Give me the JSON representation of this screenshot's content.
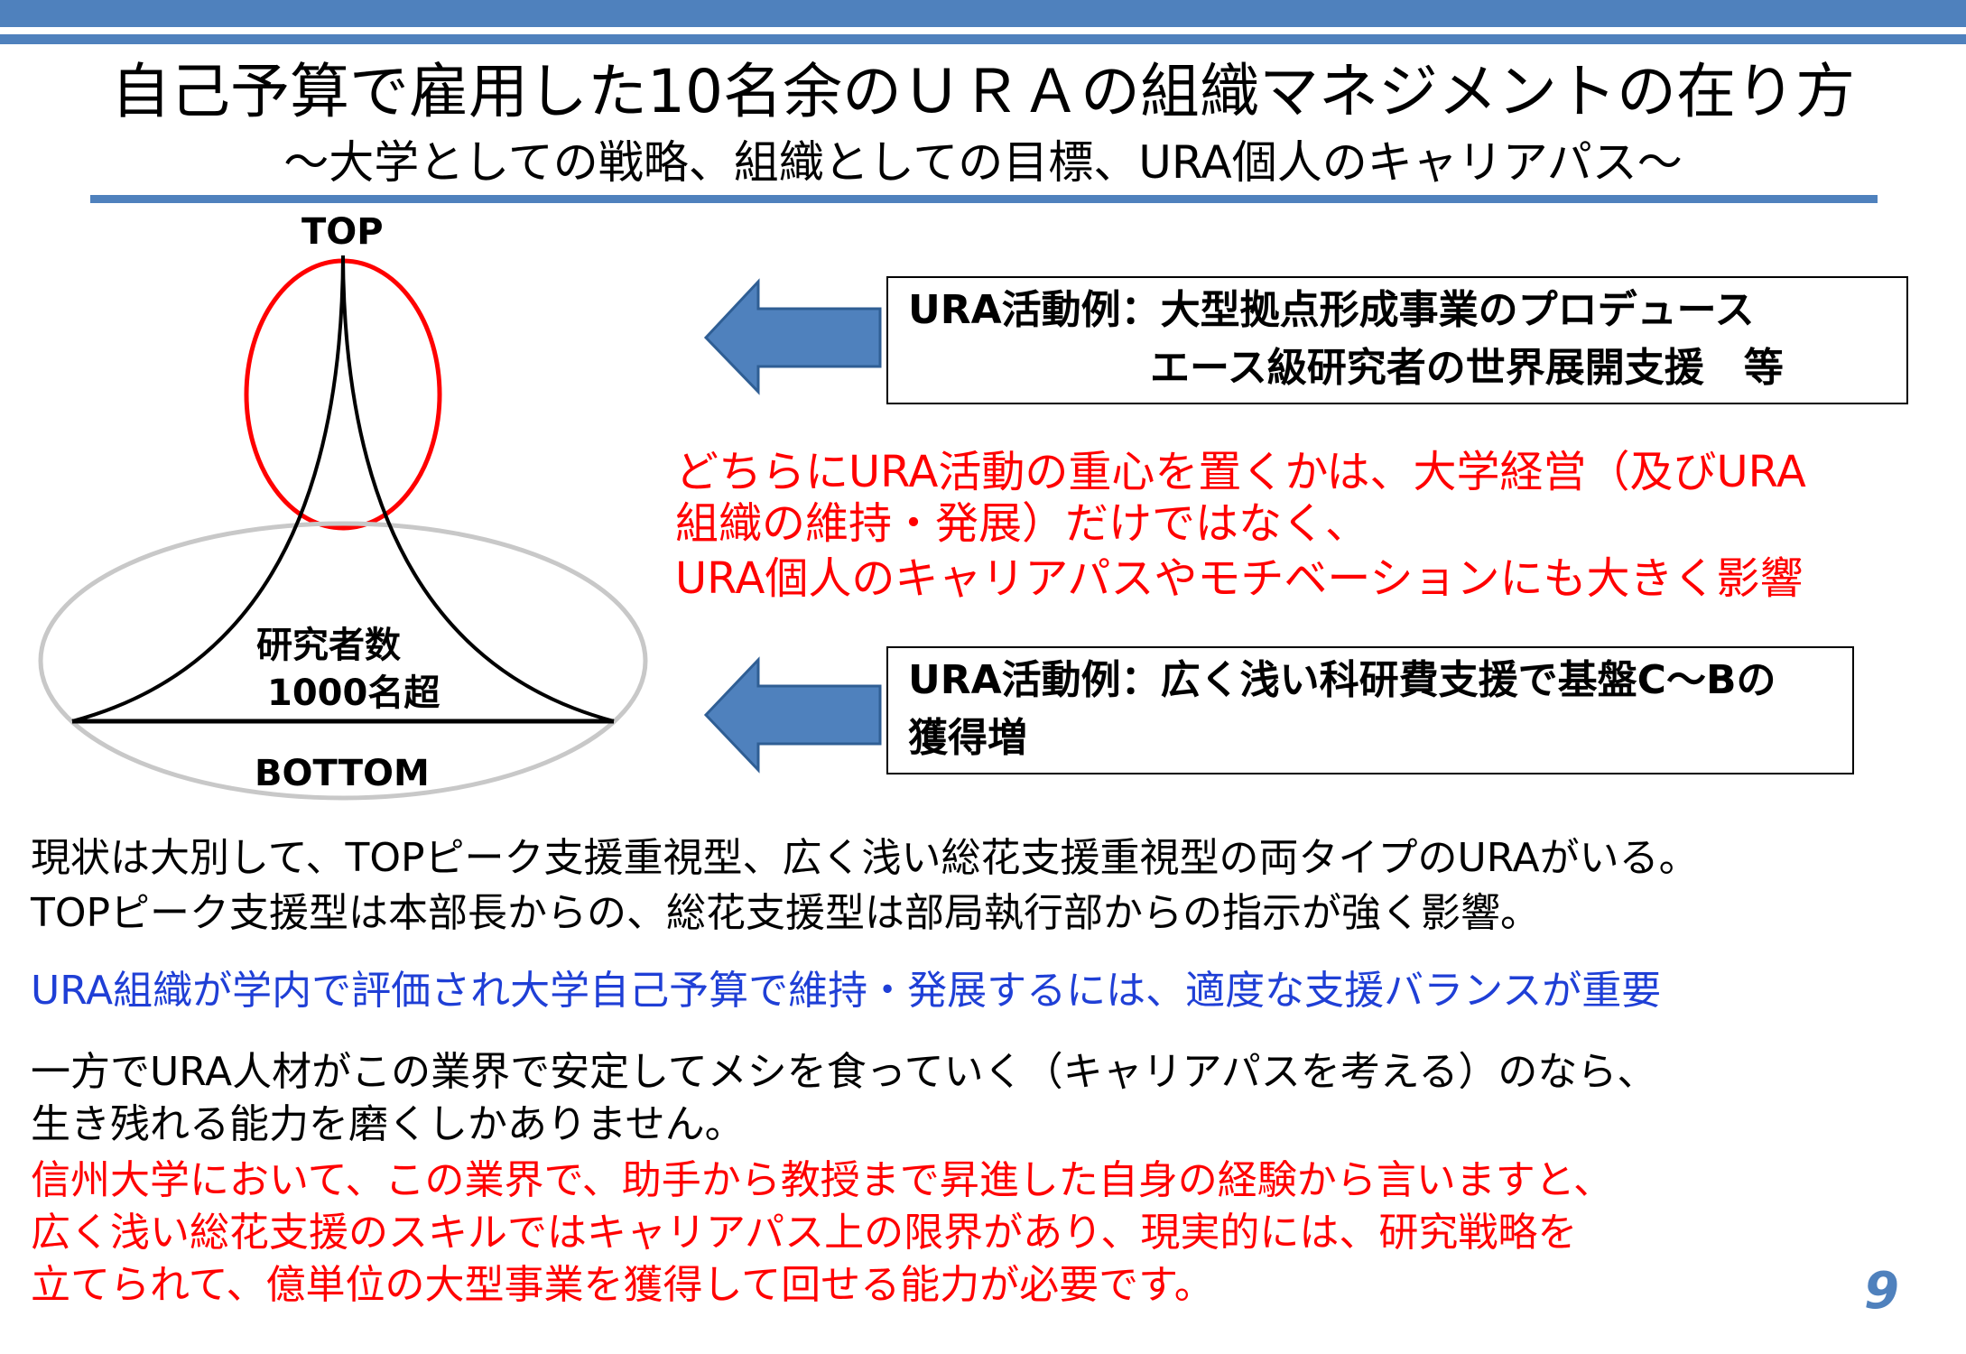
{
  "title": "自己予算で雇用した10名余のＵＲＡの組織マネジメントの在り方",
  "subtitle": "～大学としての戦略、組織としての目標、URA個人のキャリアパス～",
  "diagram": {
    "top_label": "TOP",
    "bottom_label": "BOTTOM",
    "center_line1": "研究者数",
    "center_line2": "1000名超"
  },
  "box_top": {
    "line1": "URA活動例：大型拠点形成事業のプロデュース",
    "line2": "エース級研究者の世界展開支援　等"
  },
  "box_bottom": {
    "line1": "URA活動例：広く浅い科研費支援で基盤C～Bの",
    "line2": "獲得増"
  },
  "red_middle": [
    "どちらにURA活動の重心を置くかは、大学経営（及びURA",
    "組織の維持・発展）だけではなく、",
    "URA個人のキャリアパスやモチベーションにも大きく影響"
  ],
  "para1": [
    "現状は大別して、TOPピーク支援重視型、広く浅い総花支援重視型の両タイプのURAがいる。",
    "TOPピーク支援型は本部長からの、総花支援型は部局執行部からの指示が強く影響。"
  ],
  "blue_line": "URA組織が学内で評価され大学自己予算で維持・発展するには、適度な支援バランスが重要",
  "para2": [
    "一方でURA人材がこの業界で安定してメシを食っていく（キャリアパスを考える）のなら、",
    "生き残れる能力を磨くしかありません。"
  ],
  "red_bottom": [
    "信州大学において、この業界で、助手から教授まで昇進した自身の経験から言いますと、",
    "広く浅い総花支援のスキルではキャリアパス上の限界があり、現実的には、研究戦略を",
    "立てられて、億単位の大型事業を獲得して回せる能力が必要です。"
  ],
  "page_number": "9",
  "colors": {
    "accent": "#4f81bd",
    "red": "#ff0000",
    "blue": "#1f3fd6",
    "ellipse_gray": "#c8c8c8"
  }
}
